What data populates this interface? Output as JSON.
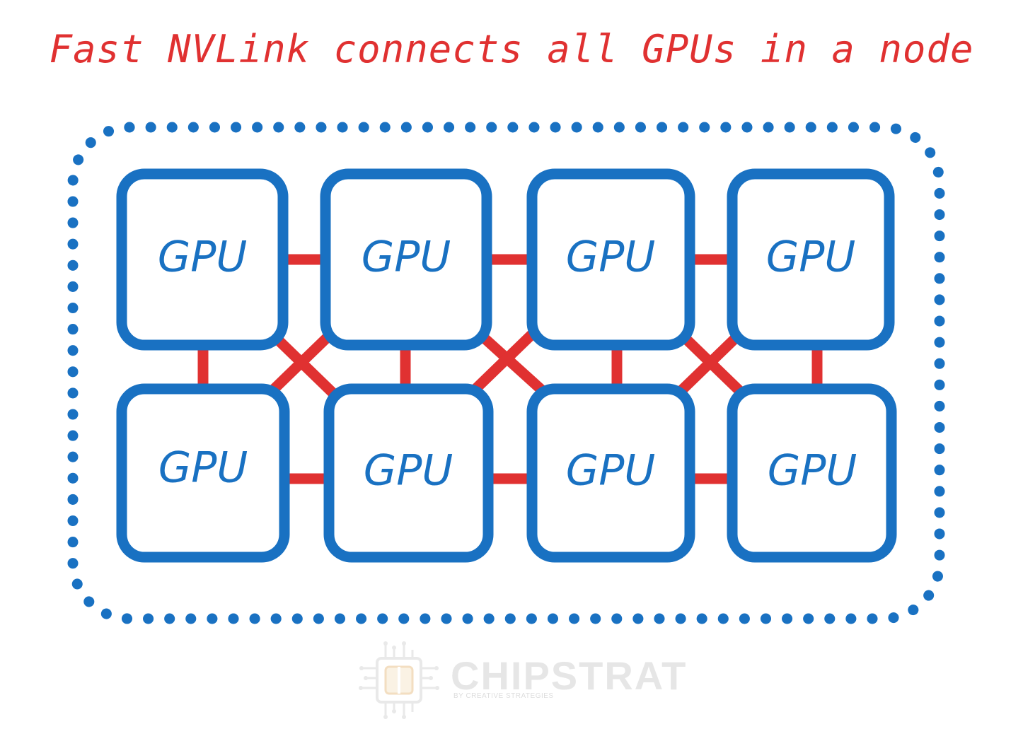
{
  "diagram": {
    "title": "Fast NVLink connects all GPUs in a node",
    "node_label": "",
    "gpu_label": "GPU",
    "gpus": [
      {
        "id": "gpu-1",
        "label": "GPU"
      },
      {
        "id": "gpu-2",
        "label": "GPU"
      },
      {
        "id": "gpu-3",
        "label": "GPU"
      },
      {
        "id": "gpu-4",
        "label": "GPU"
      },
      {
        "id": "gpu-5",
        "label": "GPU"
      },
      {
        "id": "gpu-6",
        "label": "GPU"
      },
      {
        "id": "gpu-7",
        "label": "GPU"
      },
      {
        "id": "gpu-8",
        "label": "GPU"
      }
    ],
    "colors": {
      "title": "#e03131",
      "gpu_border": "#1971c2",
      "link": "#e03131",
      "node_border": "#1971c2"
    }
  },
  "watermark": {
    "name": "CHIPSTRAT",
    "subtitle": "BY CREATIVE STRATEGIES"
  }
}
